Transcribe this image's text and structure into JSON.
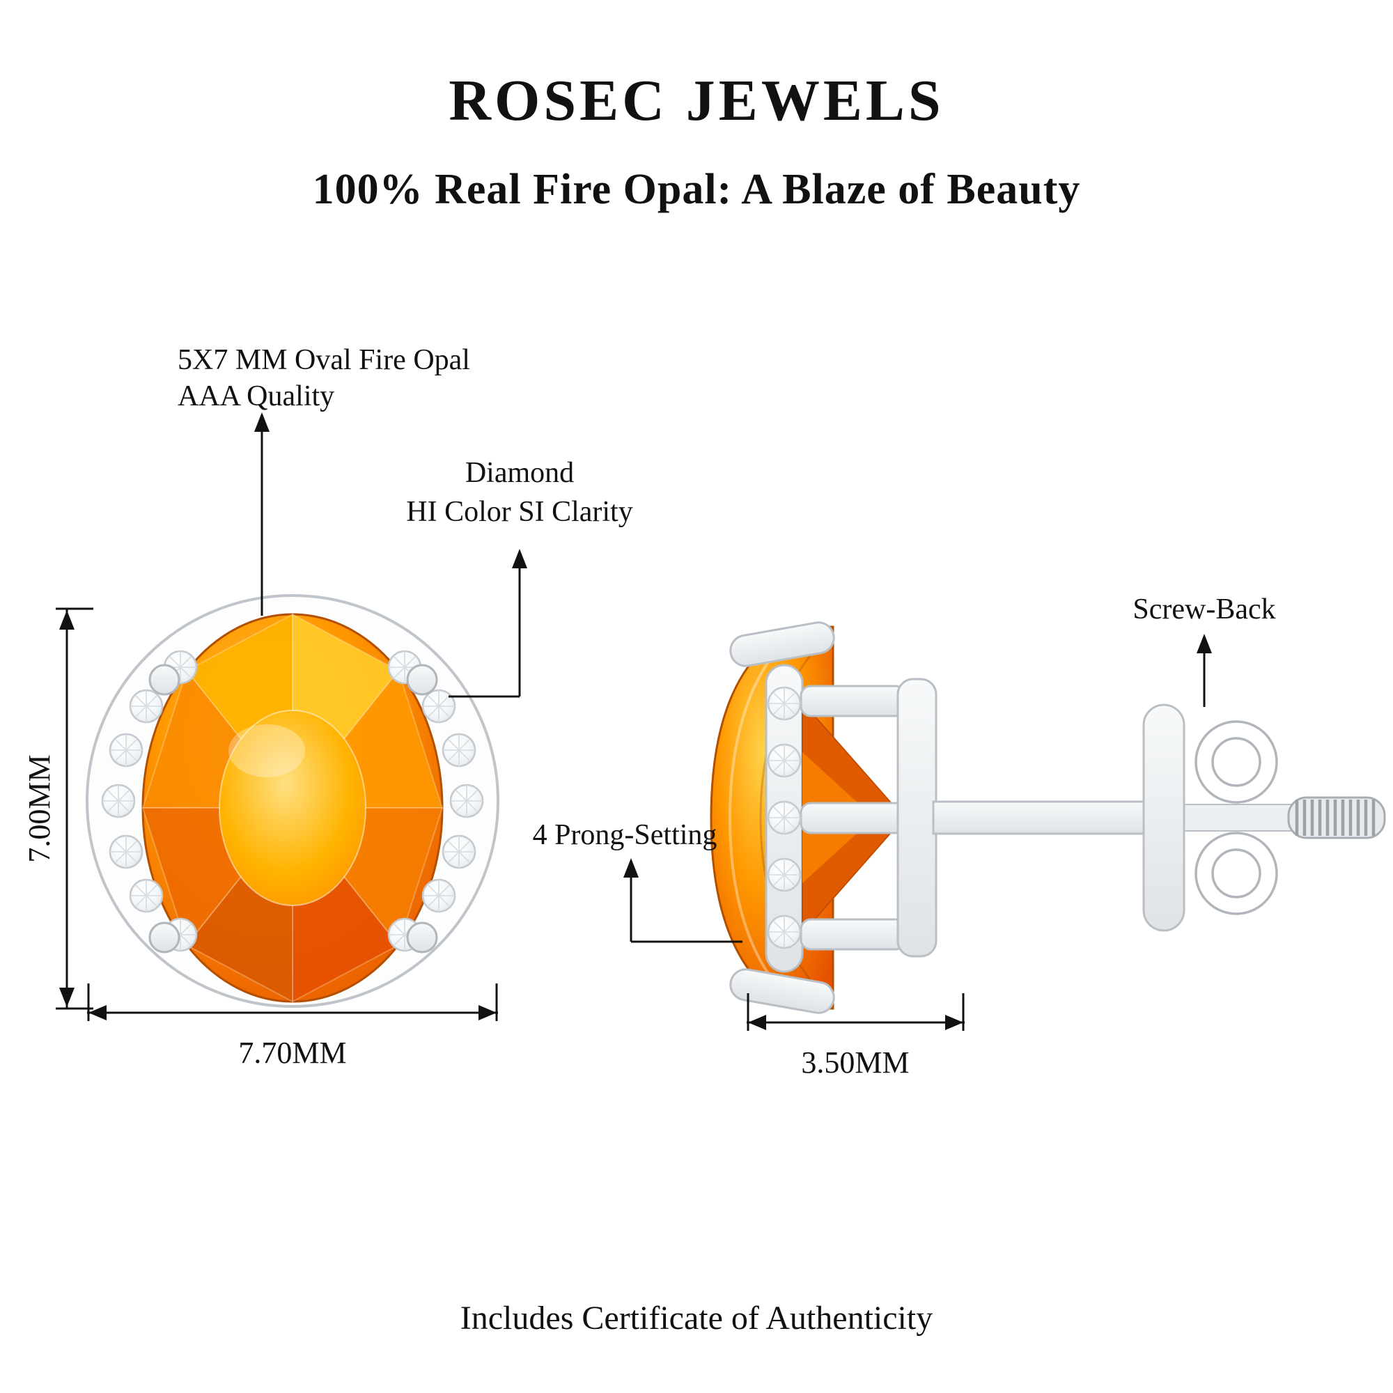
{
  "header": {
    "brand": "ROSEC JEWELS",
    "tagline": "100% Real Fire Opal: A Blaze of Beauty"
  },
  "annotations": {
    "gem_label_line1": "5X7 MM Oval Fire Opal",
    "gem_label_line2": "AAA Quality",
    "diamond_label_line1": "Diamond",
    "diamond_label_line2": "HI Color SI Clarity",
    "screw_back_label": "Screw-Back",
    "prong_label": "4 Prong-Setting"
  },
  "dimensions": {
    "front_height": "7.00MM",
    "front_width": "7.70MM",
    "side_depth": "3.50MM"
  },
  "footer": {
    "note": "Includes Certificate of Authenticity"
  },
  "colors": {
    "opal_highlight": "#ffd24a",
    "opal_mid": "#ff9800",
    "opal_deep": "#e65100",
    "diamond_white": "#ffffff",
    "metal_silver": "#c3c9cd",
    "text": "#111111",
    "background": "#ffffff"
  }
}
